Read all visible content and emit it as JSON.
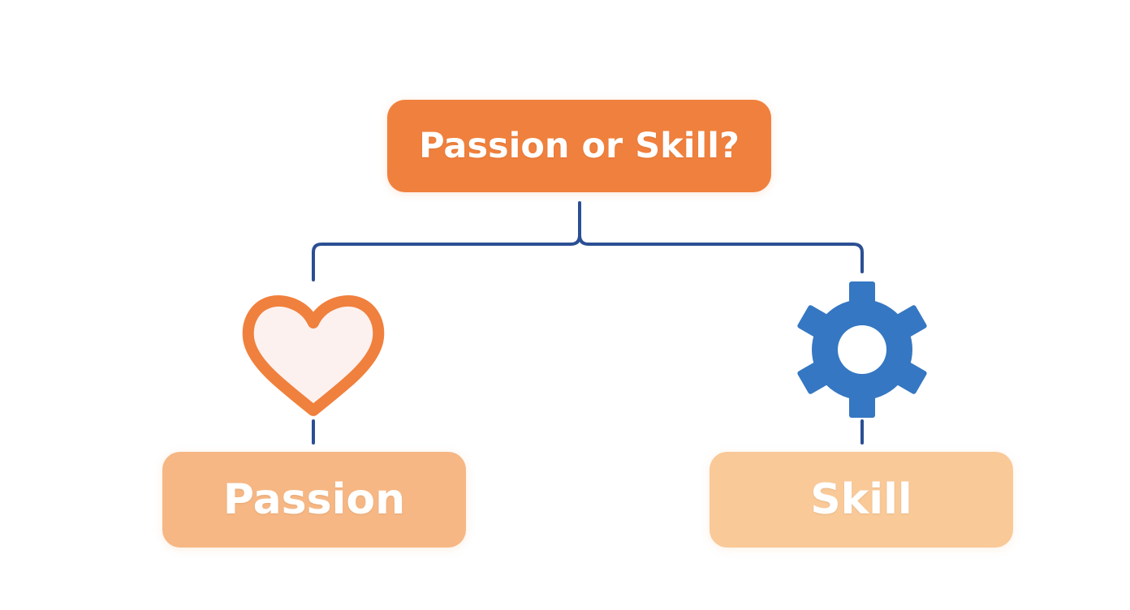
{
  "diagram": {
    "root": {
      "label": "Passion or Skill?"
    },
    "branches": [
      {
        "label": "Passion",
        "icon": "heart-icon"
      },
      {
        "label": "Skill",
        "icon": "gear-icon"
      }
    ]
  },
  "colors": {
    "root_fill": "#f0803d",
    "passion_fill": "#f6b784",
    "skill_fill": "#f9c998",
    "connector": "#2b4f93",
    "heart_stroke": "#f0803d",
    "heart_fill": "#fdf1ef",
    "gear_fill": "#3577c2"
  }
}
